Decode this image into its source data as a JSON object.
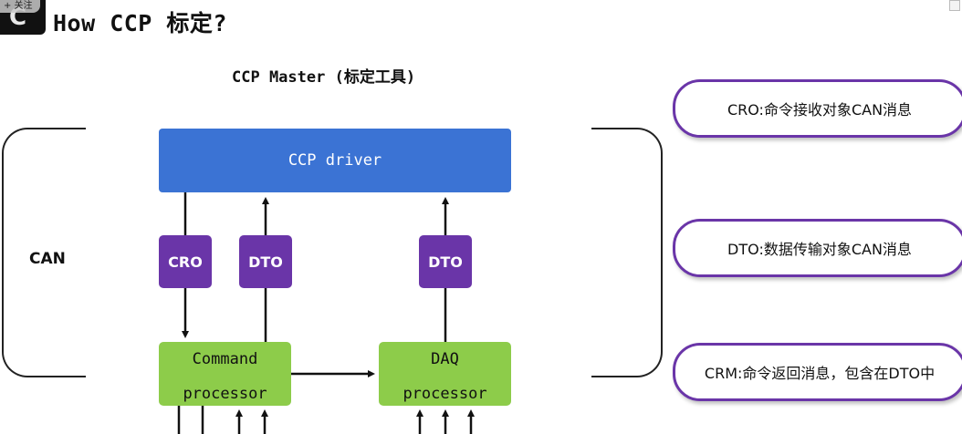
{
  "header": {
    "logo_letter": "C",
    "follow_label": "+ 关注",
    "title": "How CCP 标定?"
  },
  "diagram": {
    "master_title": "CCP Master (标定工具)",
    "bus_label": "CAN",
    "driver_label": "CCP driver",
    "cro_label": "CRO",
    "dto_label_1": "DTO",
    "dto_label_2": "DTO",
    "command_line1": "Command",
    "command_line2": "processor",
    "daq_line1": "DAQ",
    "daq_line2": "processor"
  },
  "notes": [
    {
      "text": "CRO:命令接收对象CAN消息"
    },
    {
      "text": "DTO:数据传输对象CAN消息"
    },
    {
      "text": "CRM:命令返回消息，包含在DTO中"
    }
  ],
  "colors": {
    "driver_blue": "#3b73d4",
    "message_purple": "#6a35a8",
    "processor_green": "#8dcc4a"
  }
}
